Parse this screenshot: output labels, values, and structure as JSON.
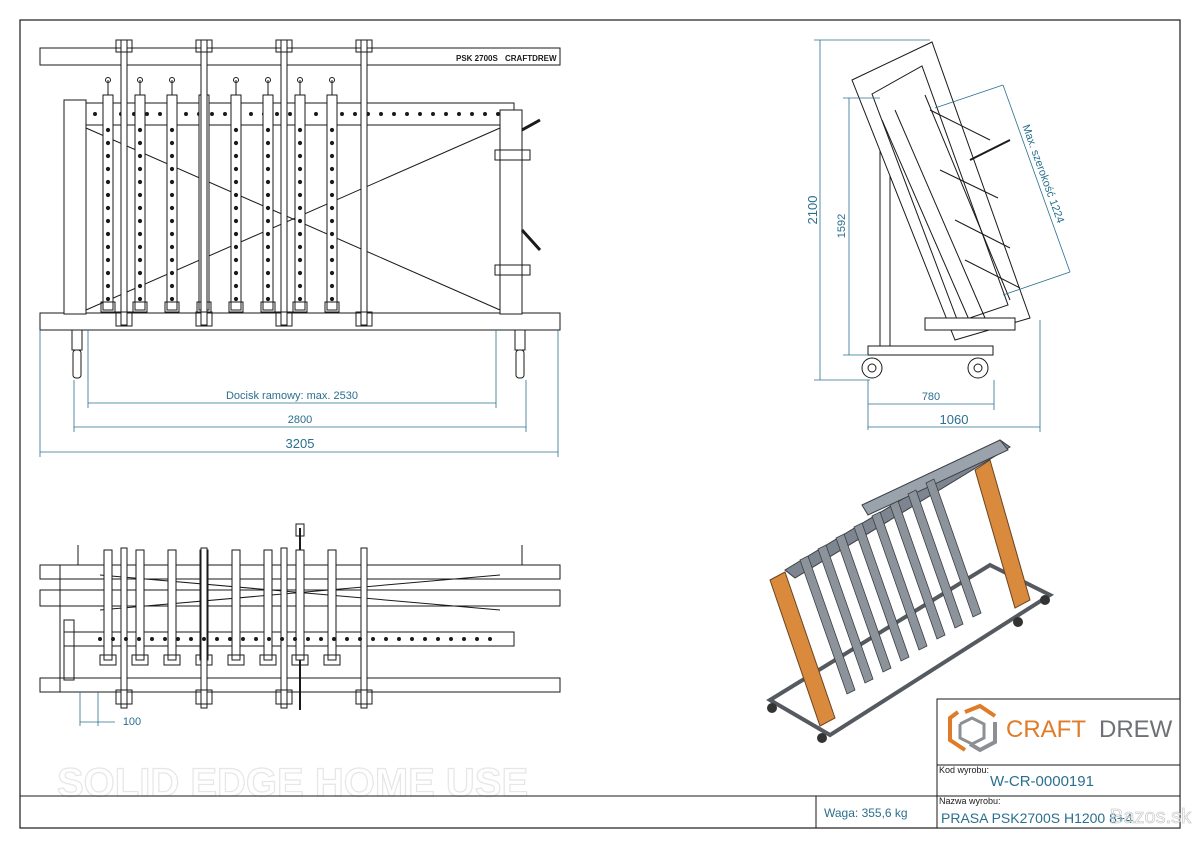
{
  "drawing": {
    "front_view": {
      "plate_label": "PSK 2700S",
      "plate_brand": "CRAFTDREW",
      "dim_press": "Docisk ramowy: max.  2530",
      "dim_inner": "2800",
      "dim_overall": "3205"
    },
    "side_view": {
      "dim_height": "2100",
      "dim_beam": "1592",
      "dim_width_label": "Max. szerokość  1224",
      "dim_base": "780",
      "dim_depth": "1060"
    },
    "top_view": {
      "dim_offset": "100"
    },
    "watermark": "SOLID EDGE HOME USE",
    "colors": {
      "line": "#1a1a1a",
      "dimension": "#2a6f8f",
      "accent": "#d98a3d",
      "steel": "#7d8590"
    }
  },
  "title_block": {
    "logo_text_1": "CRAFT",
    "logo_text_2": "DREW",
    "code_label": "Kod wyrobu:",
    "code_value": "W-CR-0000191",
    "name_label": "Nazwa wyrobu:",
    "name_value": "PRASA PSK2700S H1200 8+4",
    "weight": "Waga: 355,6 kg",
    "watermark_site": "Bazos.sk"
  }
}
